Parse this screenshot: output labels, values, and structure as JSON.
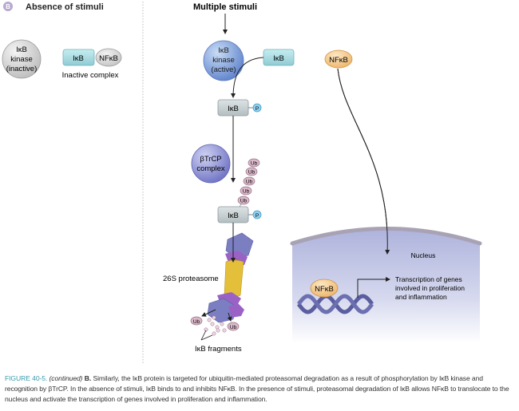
{
  "panel_label": "B",
  "left_panel": {
    "title": "Absence of stimuli",
    "kinase_inactive": [
      "IκB",
      "kinase",
      "(inactive)"
    ],
    "complex": {
      "ikb": "IκB",
      "nfkb": "NFκB",
      "label": "Inactive complex"
    }
  },
  "right_panel": {
    "title": "Multiple stimuli",
    "kinase_active": [
      "IκB",
      "kinase",
      "(active)"
    ],
    "ikb_free": "IκB",
    "ikb_phos": "IκB",
    "phosphate": "P",
    "btrcp": [
      "βTrCP",
      "complex"
    ],
    "ubiquitin": "Ub",
    "ikb_ub": "IκB",
    "proteasome_label": "26S proteasome",
    "fragments_label": "IκB fragments",
    "nfkb_free": "NFκB",
    "nucleus_label": "Nucleus",
    "nfkb_dna": "NFκB",
    "transcription": [
      "Transcription of genes",
      "involved in proliferation",
      "and inflammation"
    ]
  },
  "colors": {
    "kinase_inactive": "#d4d4d4",
    "kinase_active": "#7f9fd8",
    "ikb_teal": "#a9dbe0",
    "ikb_gray": "#c9d2d4",
    "nfkb_orange": "#f6cc8e",
    "phosphate": "#8fd0f0",
    "ubiquitin": "#d9b9c9",
    "btrcp": "#8f93d8",
    "nucleus": "#b8bde0",
    "caption_accent": "#3a9aa8"
  },
  "caption": {
    "figure": "FIGURE 40-5.",
    "continued": "(continued)",
    "panel": "B.",
    "text": "Similarly, the IκB protein is targeted for ubiquitin-mediated proteasomal degradation as a result of phosphorylation by IκB kinase and recognition by βTrCP. In the absence of stimuli, IκB binds to and inhibits NFκB. In the presence of stimuli, proteasomal degradation of IκB allows NFκB to translocate to the nucleus and activate the transcription of genes involved in proliferation and inflammation."
  }
}
